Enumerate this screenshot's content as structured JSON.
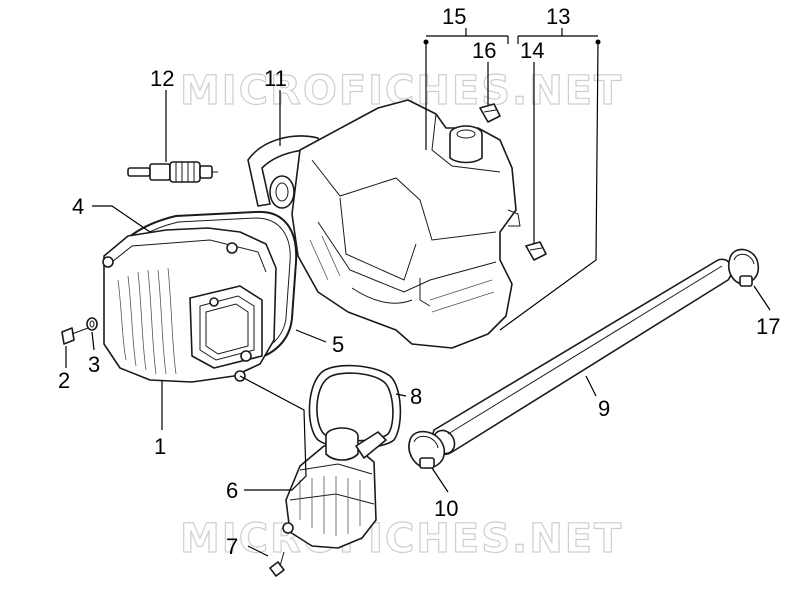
{
  "watermarks": [
    "MICROFICHES.NET",
    "MICROFICHES.NET"
  ],
  "callouts": {
    "c1": "1",
    "c2": "2",
    "c3": "3",
    "c4": "4",
    "c5": "5",
    "c6": "6",
    "c7": "7",
    "c8": "8",
    "c9": "9",
    "c10": "10",
    "c11": "11",
    "c12": "12",
    "c13": "13",
    "c14": "14",
    "c15": "15",
    "c16": "16",
    "c17": "17"
  }
}
